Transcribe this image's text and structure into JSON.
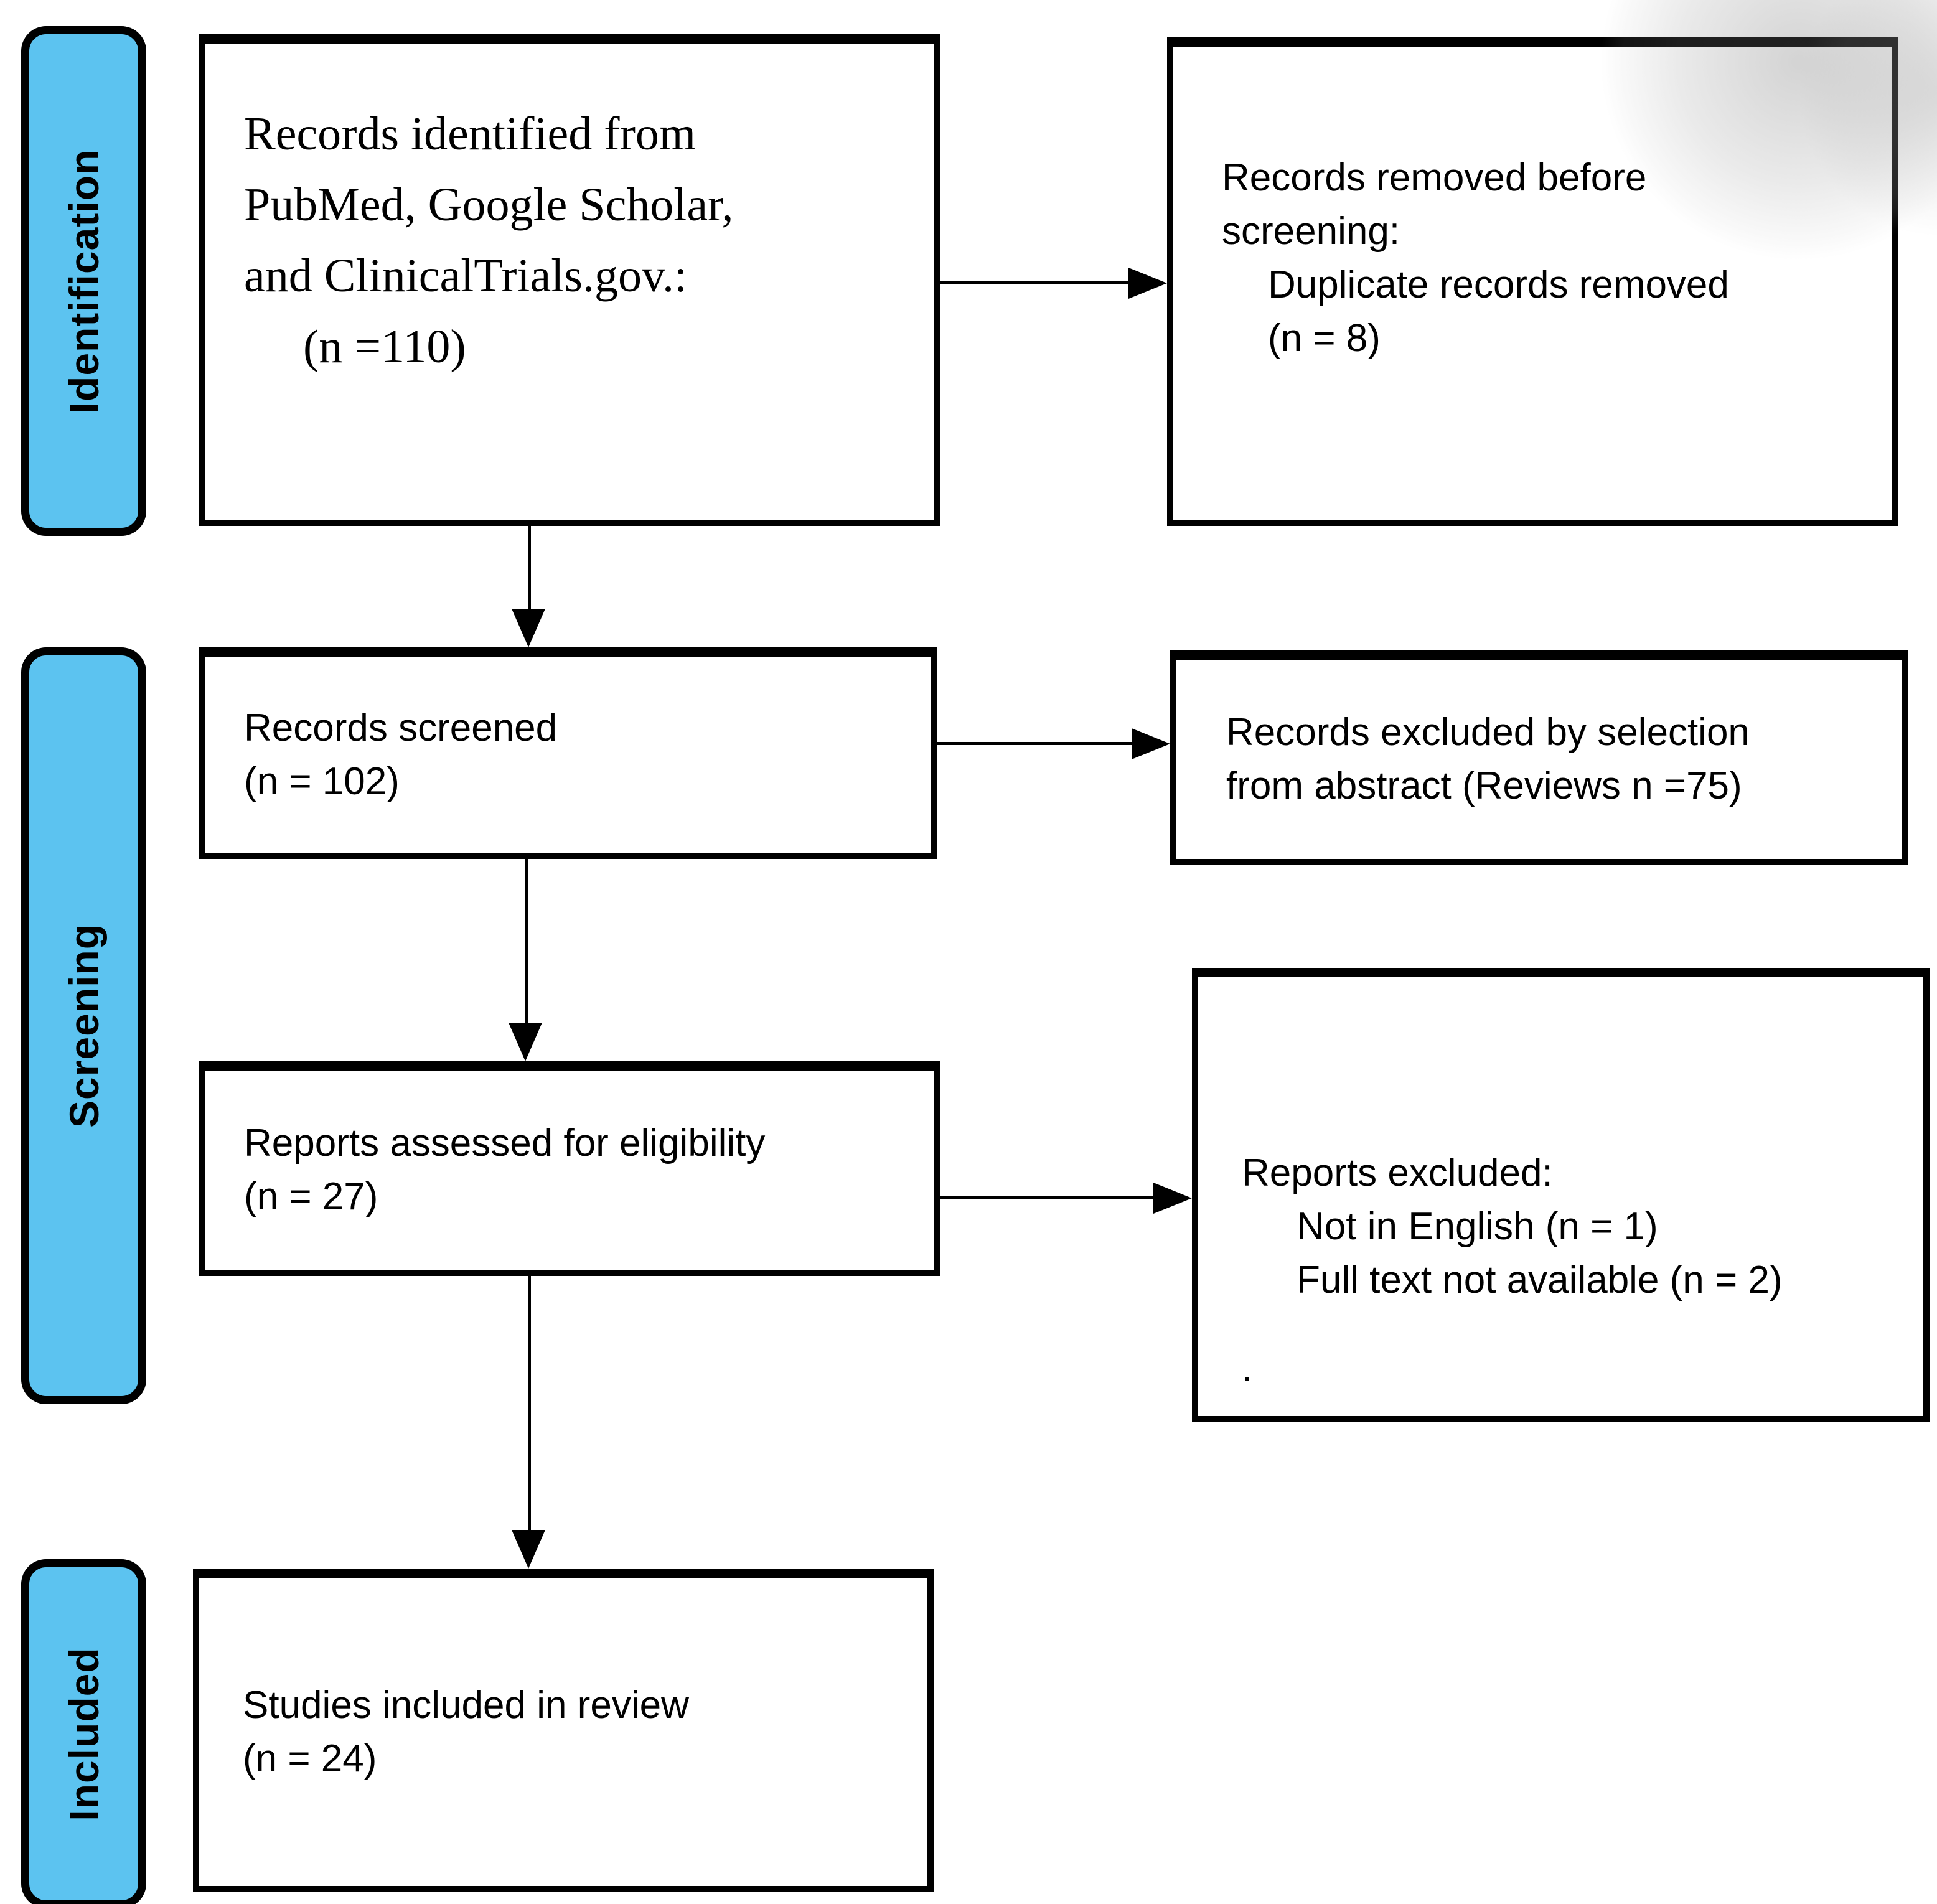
{
  "side_labels": {
    "identification": "Identification",
    "screening": "Screening",
    "included": "Included"
  },
  "boxes": {
    "records_identified": {
      "lines": [
        "Records identified from",
        "PubMed, Google Scholar,",
        "and ClinicalTrials.gov.:",
        "(n =110)"
      ]
    },
    "records_removed": {
      "lines": [
        "Records removed before",
        "screening:",
        "Duplicate records removed",
        "(n = 8)"
      ]
    },
    "records_screened": {
      "lines": [
        "Records screened",
        "(n = 102)"
      ]
    },
    "records_excluded": {
      "lines": [
        "Records excluded by selection",
        "from abstract (Reviews n =75)"
      ]
    },
    "reports_assessed": {
      "lines": [
        "Reports assessed for eligibility",
        "(n = 27)"
      ]
    },
    "reports_excluded": {
      "lines": [
        "Reports excluded:",
        "Not in English (n = 1)",
        "Full text not available (n = 2)",
        "."
      ]
    },
    "studies_included": {
      "lines": [
        "Studies included in review",
        "(n = 24)"
      ]
    }
  },
  "colors": {
    "stage_fill": "#5CC3F0",
    "line_color": "#000000",
    "background": "#FFFFFF"
  }
}
